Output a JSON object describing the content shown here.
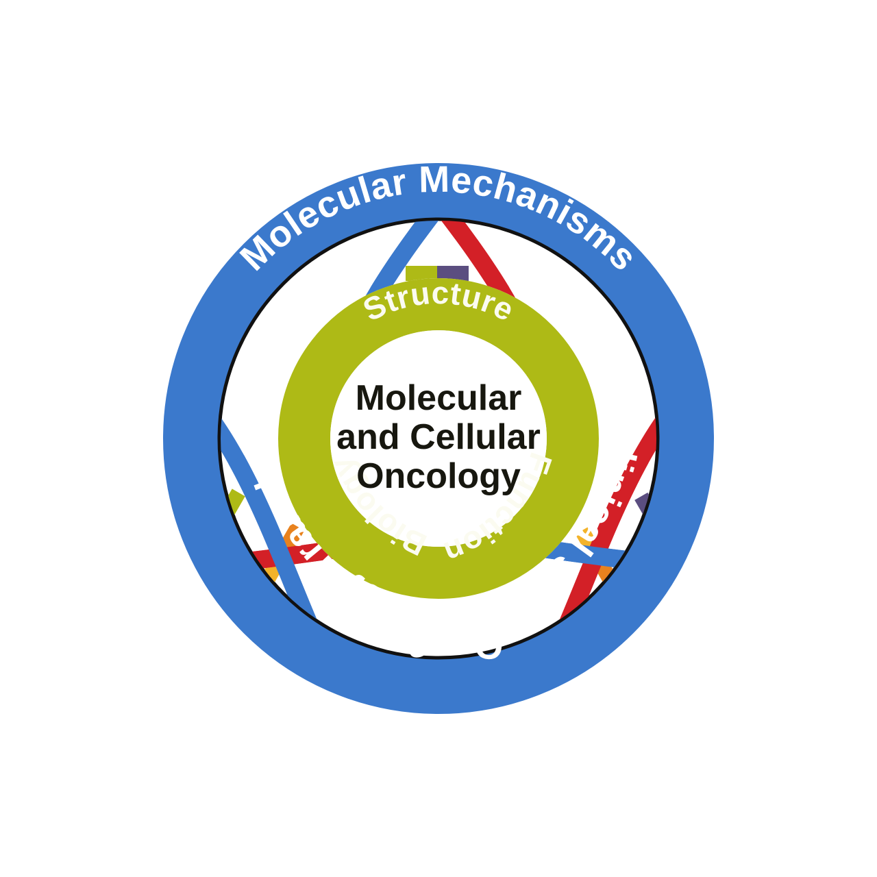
{
  "figure": {
    "title": "Molecular and Cellular Oncology",
    "center_lines": [
      "Molecular",
      "and Cellular",
      "Oncology"
    ],
    "outer_ring": {
      "labels": [
        {
          "id": "molecular-mechanisms",
          "text": "Molecular Mechanisms",
          "position": "top"
        },
        {
          "id": "oncology-translation",
          "text": "Oncology Translation",
          "position": "bottom-right"
        },
        {
          "id": "clinical-strategies",
          "text": "Clinical Strategies",
          "position": "bottom-left"
        }
      ],
      "color": "#3b79cc",
      "text_color": "#ffffff",
      "outline_color": "#111111"
    },
    "inner_ring": {
      "labels": [
        {
          "id": "structure",
          "text": "Structure",
          "position": "top"
        },
        {
          "id": "biology",
          "text": "Biology",
          "position": "bottom-right"
        },
        {
          "id": "function",
          "text": "Function",
          "position": "bottom-left"
        }
      ],
      "color": "#aeba16",
      "text_color": "#fbfbf0"
    },
    "dna_helices": {
      "count": 3,
      "strand_colors": [
        "#d32027",
        "#3b79cc"
      ],
      "rung_colors": [
        "#e8821e",
        "#f3b32b",
        "#aeba16",
        "#5b4e80",
        "#d32027"
      ]
    },
    "background_color": "#ffffff"
  },
  "chart_data": {
    "type": "diagram",
    "title": "Molecular and Cellular Oncology",
    "structure": "concentric-rings",
    "rings": [
      {
        "name": "outer",
        "fill": "#3b79cc",
        "segments": [
          "Molecular Mechanisms",
          "Oncology Translation",
          "Clinical Strategies"
        ]
      },
      {
        "name": "inner",
        "fill": "#aeba16",
        "segments": [
          "Structure",
          "Biology",
          "Function"
        ]
      },
      {
        "name": "core",
        "fill": "#ffffff",
        "segments": [
          "Molecular and Cellular Oncology"
        ]
      }
    ]
  }
}
